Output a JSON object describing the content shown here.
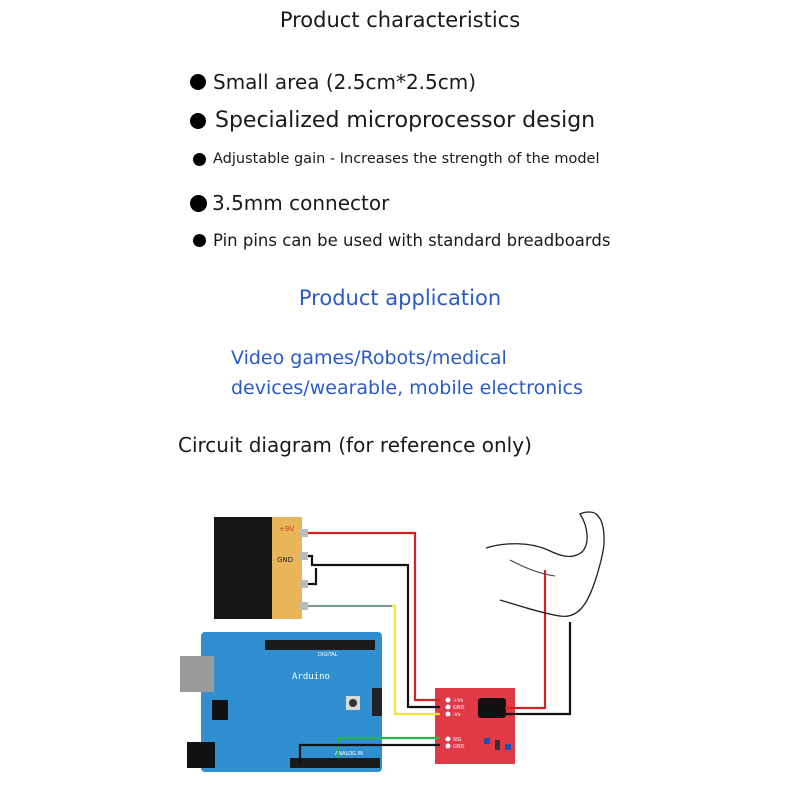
{
  "heading": "Product characteristics",
  "features": [
    "Small area (2.5cm*2.5cm)",
    "Specialized microprocessor design",
    "Adjustable gain - Increases the strength of the model",
    "3.5mm connector",
    "Pin pins can be used with standard breadboards"
  ],
  "application": {
    "title": "Product application",
    "line1": "Video games/Robots/medical",
    "line2": "devices/wearable, mobile electronics"
  },
  "circuit": {
    "title": "Circuit diagram (for reference only)",
    "battery_top_label": "+9V",
    "battery_gnd_label": "GND",
    "board_label": "Arduino",
    "digital_label": "DIGITAL",
    "analog_label": "ANALOG IN",
    "sensor_pins": [
      "+Vs",
      "GND",
      "-Vs",
      "SIG",
      "GND"
    ],
    "wire_colors": {
      "red": "#d42020",
      "black": "#111111",
      "yellow": "#f2e23a",
      "green": "#2bb24c",
      "blue": "#2a6fd8"
    }
  }
}
